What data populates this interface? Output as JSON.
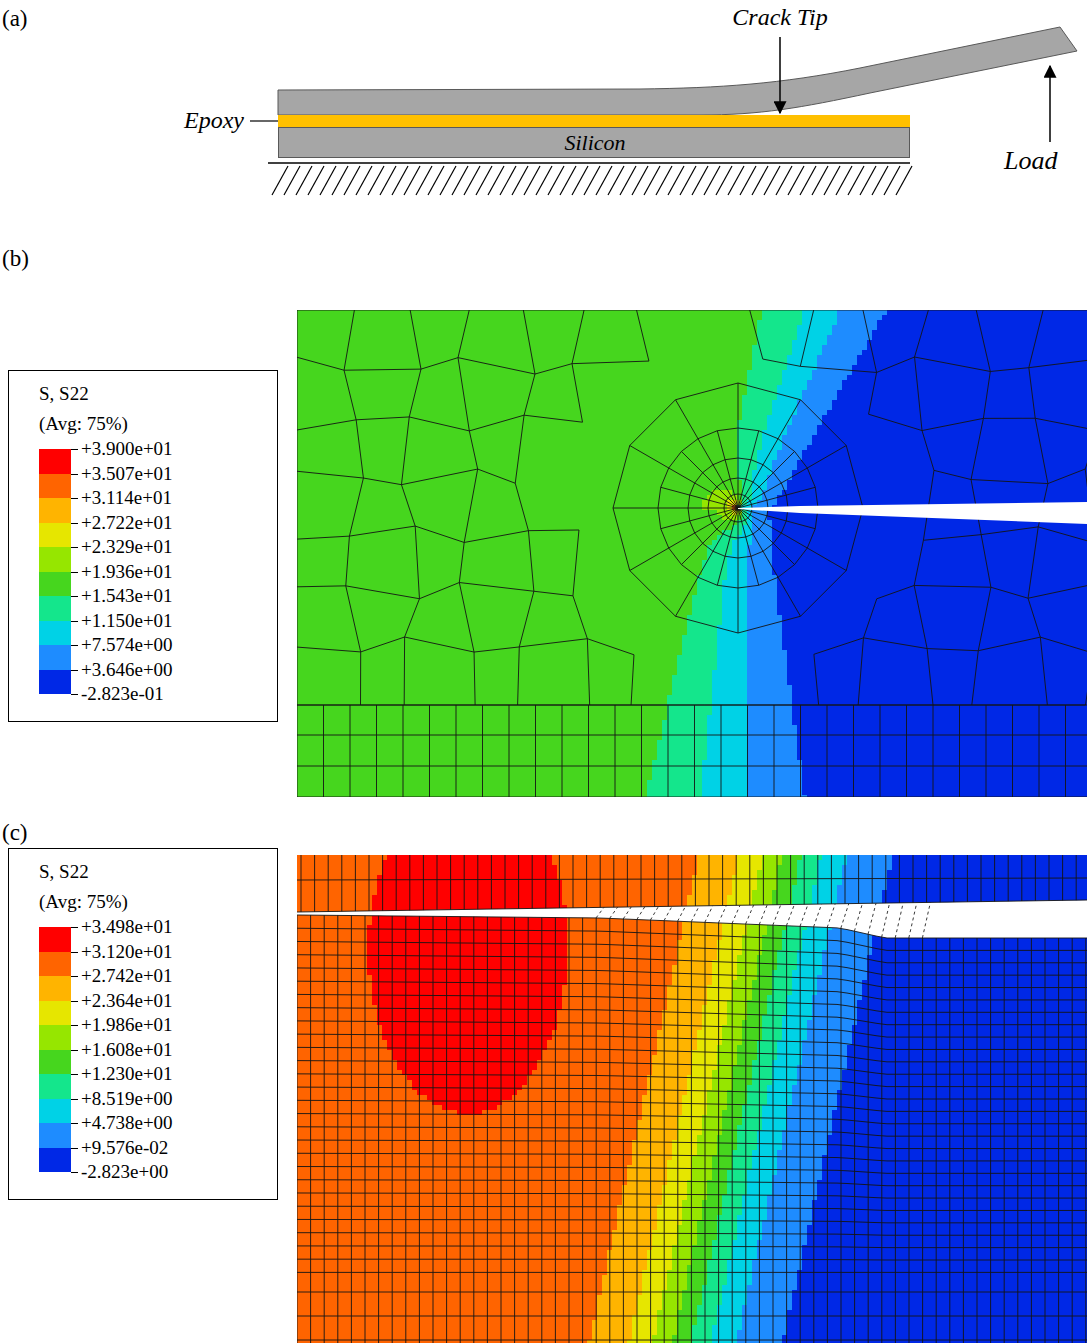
{
  "diagram": {
    "nodes": [
      {
        "text": [
          "Silicon"
        ]
      },
      {
        "text": [
          "S, S22",
          "(Avg: 75%)",
          "+3.900e+01",
          "+3.507e+01",
          "+3.114e+01",
          "+2.722e+01",
          "+2.329e+01",
          "+1.936e+01",
          "+1.543e+01",
          "+1.150e+01",
          "+7.574e+00",
          "+3.646e+00",
          "-2.823e-01"
        ]
      },
      {
        "text": [
          "S, S22",
          "(Avg: 75%)",
          "+3.498e+01",
          "+3.120e+01",
          "+2.742e+01",
          "+2.364e+01",
          "+1.986e+01",
          "+1.608e+01",
          "+1.230e+01",
          "+8.519e+00",
          "+4.738e+00",
          "+9.576e-02",
          "-2.823e+00"
        ]
      }
    ],
    "labels": [
      "(a)",
      "Crack Tip",
      "Epoxy",
      "Load",
      "(b)",
      "(c)"
    ]
  }
}
